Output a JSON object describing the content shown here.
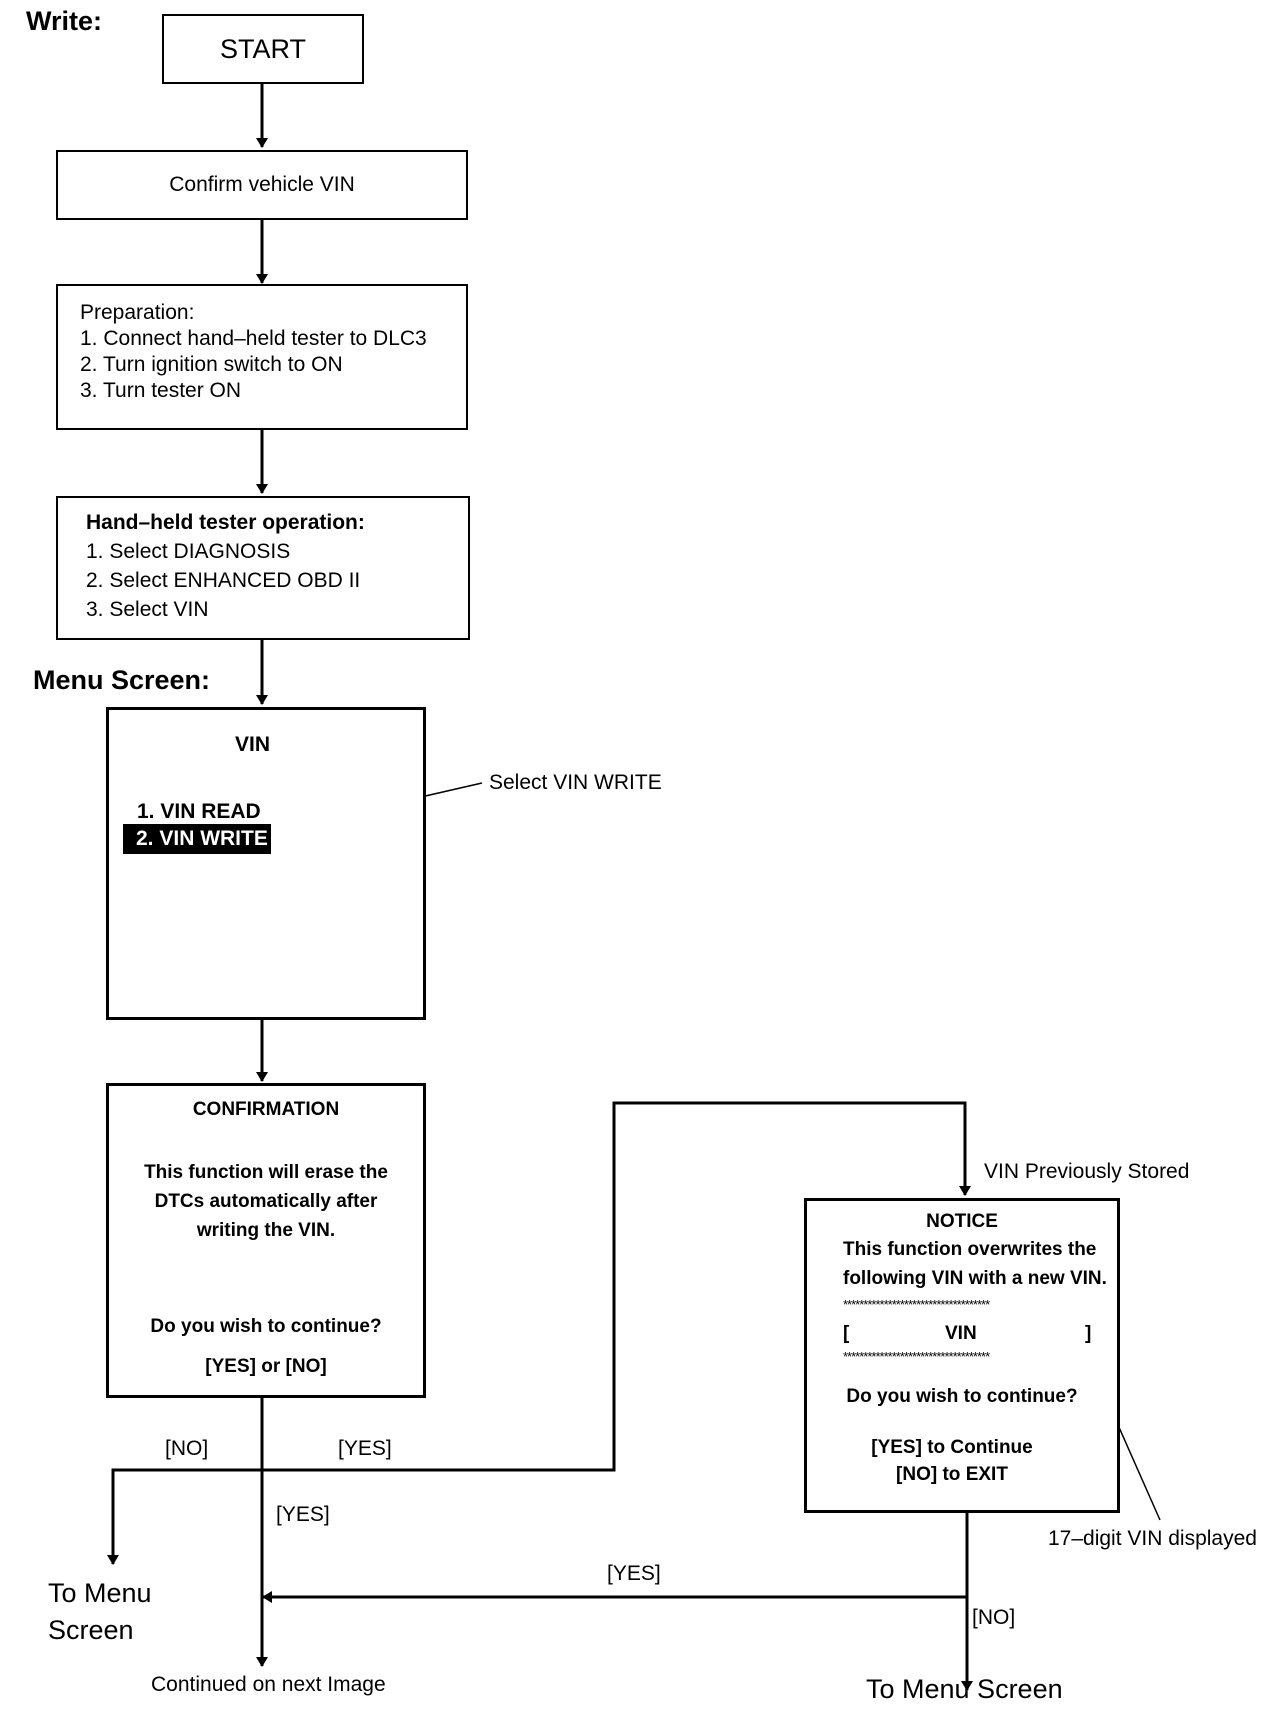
{
  "headings": {
    "write": "Write:",
    "menu_screen": "Menu Screen:"
  },
  "boxes": {
    "start": "START",
    "confirm_vin": "Confirm vehicle VIN",
    "preparation": {
      "title": "Preparation:",
      "steps": [
        "1. Connect hand–held tester to DLC3",
        "2. Turn ignition switch to ON",
        "3. Turn tester ON"
      ]
    },
    "tester_operation": {
      "title": "Hand–held tester operation:",
      "steps": [
        "1. Select DIAGNOSIS",
        "2. Select ENHANCED OBD II",
        "3. Select VIN"
      ]
    }
  },
  "menu_screen": {
    "title": "VIN",
    "items": [
      "1. VIN READ",
      "2. VIN WRITE"
    ],
    "callout": "Select VIN WRITE"
  },
  "confirmation_screen": {
    "title": "CONFIRMATION",
    "message": [
      "This function will erase the",
      "DTCs automatically after",
      "writing the VIN."
    ],
    "question": "Do you wish to continue?",
    "options": "[YES] or [NO]"
  },
  "notice_screen": {
    "title": "NOTICE",
    "message": [
      "This function overwrites the",
      "following VIN with a new VIN."
    ],
    "stars": "************************************",
    "vin_open": "[",
    "vin_label": "VIN",
    "vin_close": "]",
    "question": "Do you wish to continue?",
    "yes_option": "[YES] to Continue",
    "no_option": "[NO] to EXIT",
    "callout": "17–digit VIN displayed"
  },
  "branch_labels": {
    "no_left": "[NO]",
    "yes_right": "[YES]",
    "yes_down": "[YES]",
    "vin_previously_stored": "VIN Previously Stored",
    "notice_yes": "[YES]",
    "notice_no": "[NO]"
  },
  "endpoints": {
    "to_menu_left_line1": "To Menu",
    "to_menu_left_line2": "Screen",
    "continued": "Continued on next Image",
    "to_menu_right": "To Menu Screen"
  }
}
